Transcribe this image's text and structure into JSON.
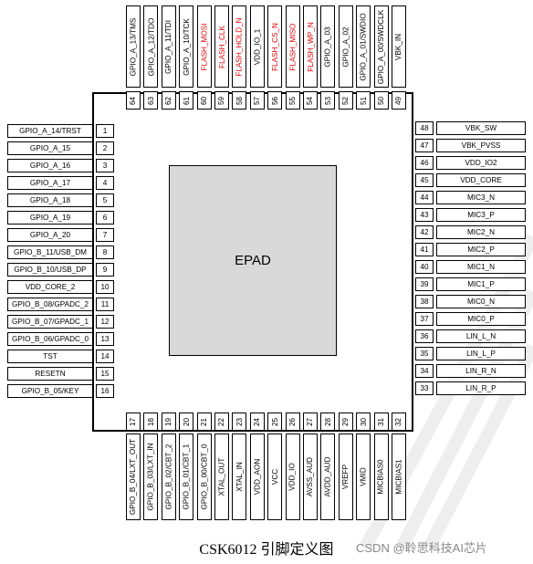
{
  "package": {
    "epad_label": "EPAD"
  },
  "caption": "CSK6012 引脚定义图",
  "watermark": "CSDN @聆思科技AI芯片",
  "pins": {
    "left": [
      {
        "num": "1",
        "name": "GPIO_A_14/TRST"
      },
      {
        "num": "2",
        "name": "GPIO_A_15"
      },
      {
        "num": "3",
        "name": "GPIO_A_16"
      },
      {
        "num": "4",
        "name": "GPIO_A_17"
      },
      {
        "num": "5",
        "name": "GPIO_A_18"
      },
      {
        "num": "6",
        "name": "GPIO_A_19"
      },
      {
        "num": "7",
        "name": "GPIO_A_20"
      },
      {
        "num": "8",
        "name": "GPIO_B_11/USB_DM"
      },
      {
        "num": "9",
        "name": "GPIO_B_10/USB_DP"
      },
      {
        "num": "10",
        "name": "VDD_CORE_2"
      },
      {
        "num": "11",
        "name": "GPIO_B_08/GPADC_2"
      },
      {
        "num": "12",
        "name": "GPIO_B_07/GPADC_1"
      },
      {
        "num": "13",
        "name": "GPIO_B_06/GPADC_0"
      },
      {
        "num": "14",
        "name": "TST"
      },
      {
        "num": "15",
        "name": "RESETN"
      },
      {
        "num": "16",
        "name": "GPIO_B_05/KEY"
      }
    ],
    "bottom": [
      {
        "num": "17",
        "name": "GPIO_B_04/LXT_OUT"
      },
      {
        "num": "18",
        "name": "GPIO_B_03/LXT_IN"
      },
      {
        "num": "19",
        "name": "GPIO_B_02/CBT_2"
      },
      {
        "num": "20",
        "name": "GPIO_B_01/CBT_1"
      },
      {
        "num": "21",
        "name": "GPIO_B_00/CBT_0"
      },
      {
        "num": "22",
        "name": "XTAL_OUT"
      },
      {
        "num": "23",
        "name": "XTAL_IN"
      },
      {
        "num": "24",
        "name": "VDD_AON"
      },
      {
        "num": "25",
        "name": "VCC"
      },
      {
        "num": "26",
        "name": "VDD_IO"
      },
      {
        "num": "27",
        "name": "AVSS_AUD"
      },
      {
        "num": "28",
        "name": "AVDD_AUD"
      },
      {
        "num": "29",
        "name": "VREFP"
      },
      {
        "num": "30",
        "name": "VMID"
      },
      {
        "num": "31",
        "name": "MICBIAS0"
      },
      {
        "num": "32",
        "name": "MICBIAS1"
      }
    ],
    "right": [
      {
        "num": "33",
        "name": "LIN_R_P"
      },
      {
        "num": "34",
        "name": "LIN_R_N"
      },
      {
        "num": "35",
        "name": "LIN_L_P"
      },
      {
        "num": "36",
        "name": "LIN_L_N"
      },
      {
        "num": "37",
        "name": "MIC0_P"
      },
      {
        "num": "38",
        "name": "MIC0_N"
      },
      {
        "num": "39",
        "name": "MIC1_P"
      },
      {
        "num": "40",
        "name": "MIC1_N"
      },
      {
        "num": "41",
        "name": "MIC2_P"
      },
      {
        "num": "42",
        "name": "MIC2_N"
      },
      {
        "num": "43",
        "name": "MIC3_P"
      },
      {
        "num": "44",
        "name": "MIC3_N"
      },
      {
        "num": "45",
        "name": "VDD_CORE"
      },
      {
        "num": "46",
        "name": "VDD_IO2"
      },
      {
        "num": "47",
        "name": "VBK_PVSS"
      },
      {
        "num": "48",
        "name": "VBK_SW"
      }
    ],
    "top": [
      {
        "num": "49",
        "name": "VBK_IN"
      },
      {
        "num": "50",
        "name": "GPIO_A_00/SWDCLK"
      },
      {
        "num": "51",
        "name": "GPIO_A_01/SWDIO"
      },
      {
        "num": "52",
        "name": "GPIO_A_02"
      },
      {
        "num": "53",
        "name": "GPIO_A_03"
      },
      {
        "num": "54",
        "name": "FLASH_WP_N",
        "flash": true
      },
      {
        "num": "55",
        "name": "FLASH_MISO",
        "flash": true
      },
      {
        "num": "56",
        "name": "FLASH_CS_N",
        "flash": true
      },
      {
        "num": "57",
        "name": "VDD_IO_1"
      },
      {
        "num": "58",
        "name": "FLASH_HOLD_N",
        "flash": true
      },
      {
        "num": "59",
        "name": "FLASH_CLK",
        "flash": true
      },
      {
        "num": "60",
        "name": "FLASH_MOSI",
        "flash": true
      },
      {
        "num": "61",
        "name": "GPIO_A_10/TCK"
      },
      {
        "num": "62",
        "name": "GPIO_A_11/TDI"
      },
      {
        "num": "63",
        "name": "GPIO_A_12/TDO"
      },
      {
        "num": "64",
        "name": "GPIO_A_13/TMS"
      }
    ]
  }
}
